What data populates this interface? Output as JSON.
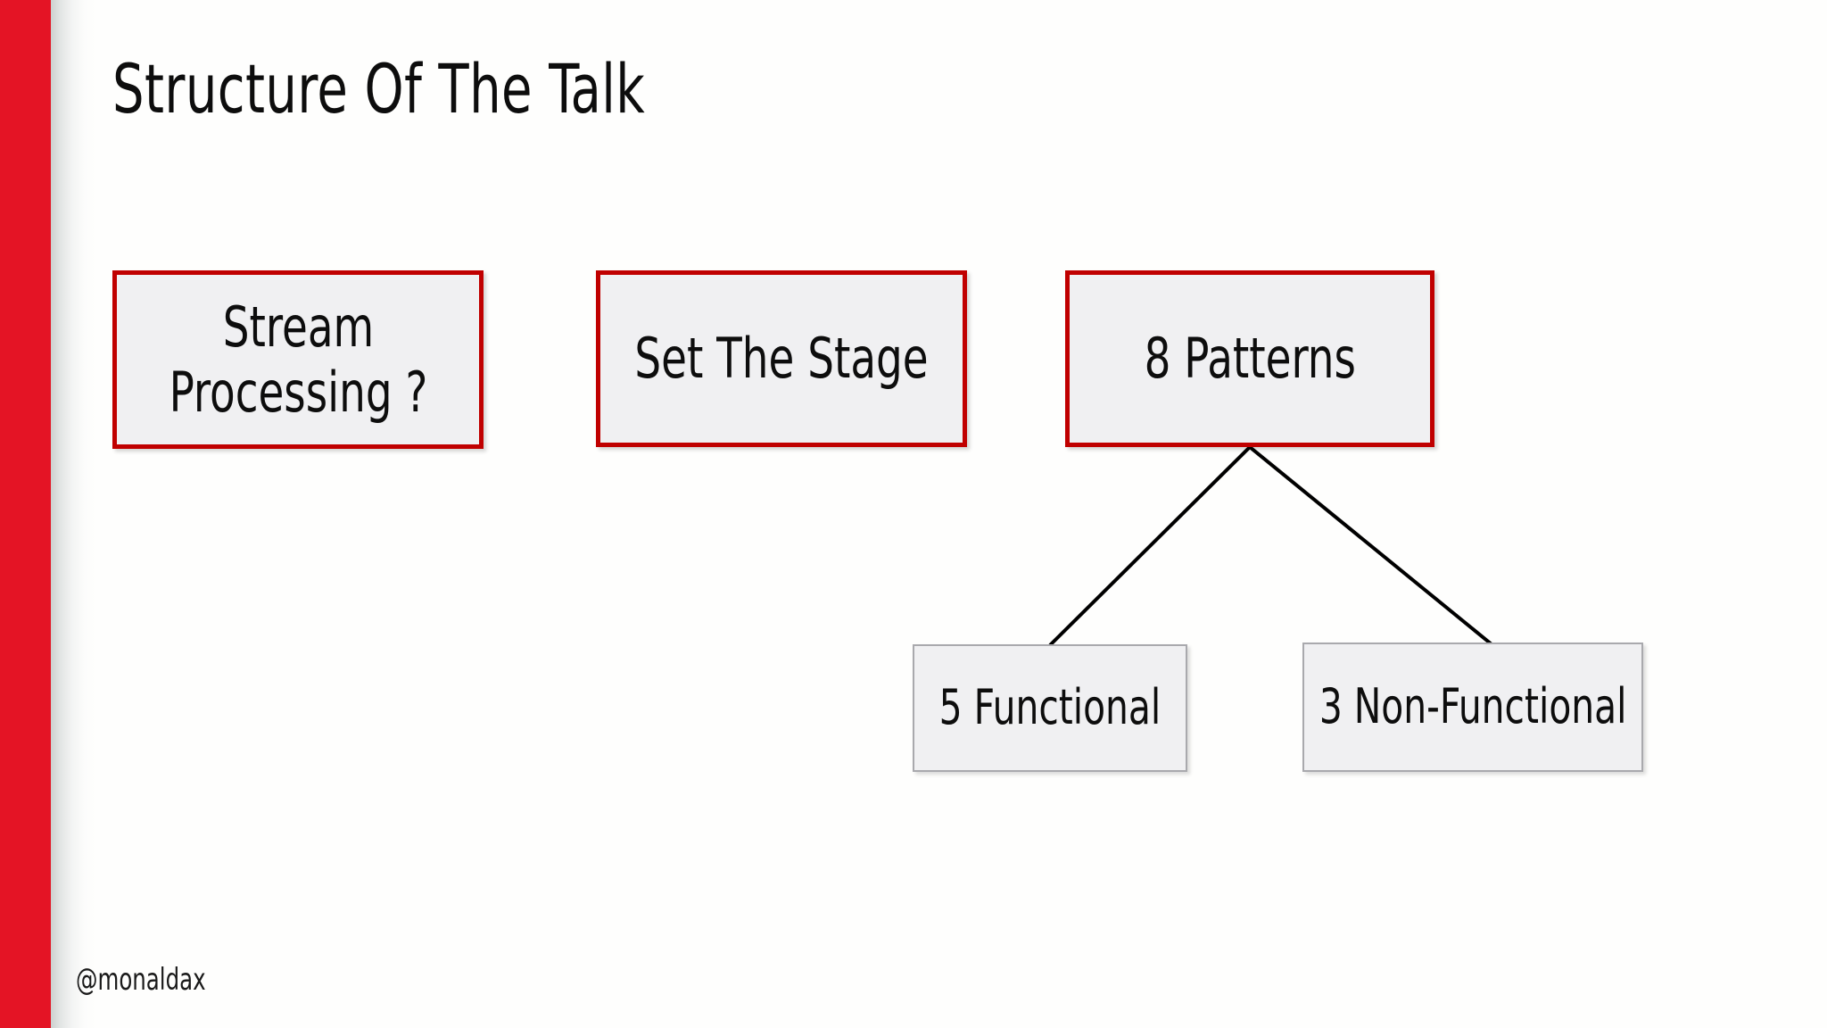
{
  "slide": {
    "title": "Structure Of The Talk",
    "footer_handle": "@monaldax",
    "background_color": "#fefefd",
    "accent_bar_color": "#e41425"
  },
  "diagram": {
    "primary_nodes": [
      {
        "id": "stream-processing",
        "label": "Stream\nProcessing ?",
        "border_color": "#c00000",
        "fill_color": "#f0f0f2"
      },
      {
        "id": "set-the-stage",
        "label": "Set The Stage",
        "border_color": "#c00000",
        "fill_color": "#f0f0f2"
      },
      {
        "id": "8-patterns",
        "label": "8 Patterns",
        "border_color": "#c00000",
        "fill_color": "#f0f0f2"
      }
    ],
    "secondary_nodes": [
      {
        "id": "5-functional",
        "label": "5 Functional",
        "border_color": "#a9a9ad",
        "fill_color": "#f0f0f2",
        "parent": "8-patterns"
      },
      {
        "id": "3-non-functional",
        "label": "3 Non-Functional",
        "border_color": "#a9a9ad",
        "fill_color": "#f0f0f2",
        "parent": "8-patterns"
      }
    ],
    "connectors": [
      {
        "from": "8-patterns",
        "to": "5-functional",
        "color": "#000000"
      },
      {
        "from": "8-patterns",
        "to": "3-non-functional",
        "color": "#000000"
      }
    ]
  }
}
